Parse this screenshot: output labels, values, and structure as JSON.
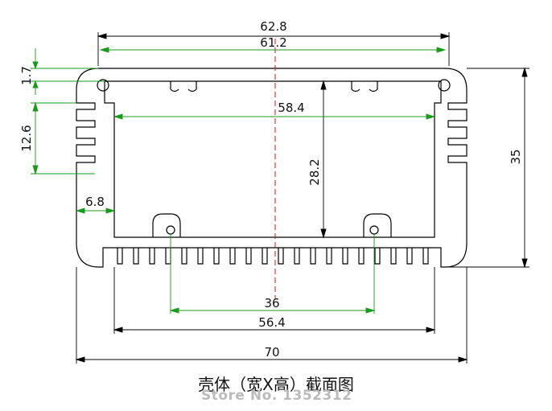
{
  "drawing": {
    "title": "壳体（宽X高）截面图",
    "watermark": "Store No. 1352312",
    "colors": {
      "outline": "#000000",
      "dimension_primary": "#000000",
      "dimension_secondary": "#1a9a1a",
      "centerline": "#dd1111"
    },
    "dimensions": {
      "outer_width": "62.8",
      "inner_width_top": "61.2",
      "inner_cavity_width": "58.4",
      "cavity_height": "28.2",
      "overall_height": "35",
      "wall_offset": "1.7",
      "fin_zone_height": "12.6",
      "side_depth": "6.8",
      "slot_spacing": "36",
      "bottom_inner_width": "56.4",
      "total_width": "70"
    }
  }
}
